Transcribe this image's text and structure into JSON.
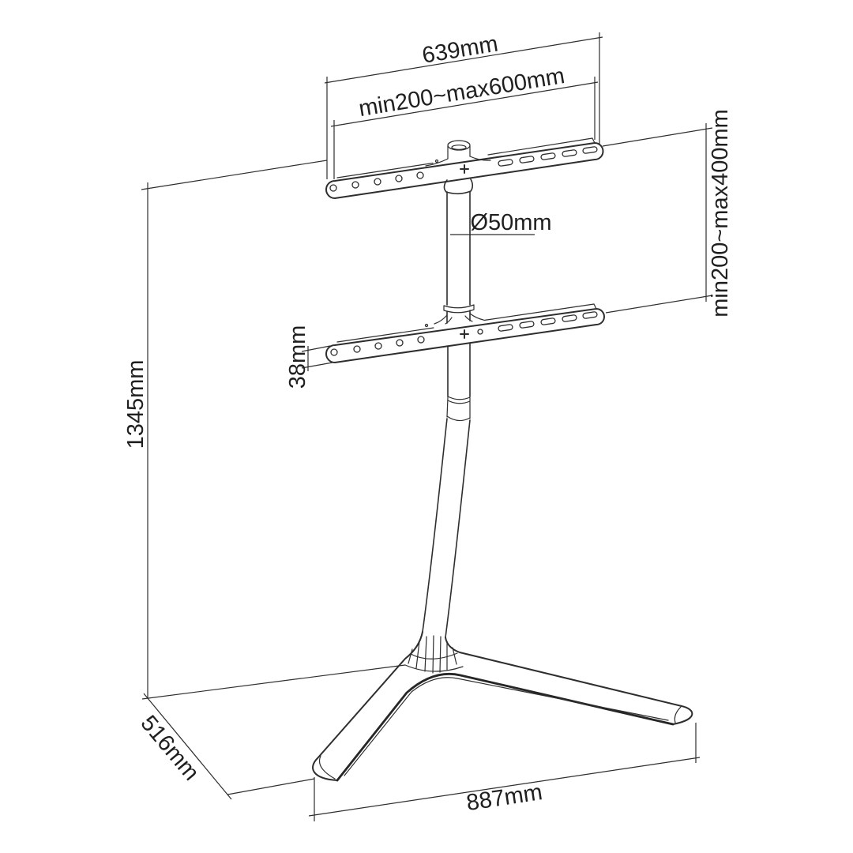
{
  "diagram": {
    "background_color": "#ffffff",
    "line_color": "#2e2e2e",
    "text_color": "#1f1f1f",
    "labels": {
      "top_width": "639mm",
      "vesa_width_range": "min200~max600mm",
      "vesa_height_range": "min200~max400mm",
      "pole_diameter": "Ø50mm",
      "bracket_height": "38mm",
      "total_height": "1345mm",
      "base_depth": "516mm",
      "base_width": "887mm"
    }
  }
}
